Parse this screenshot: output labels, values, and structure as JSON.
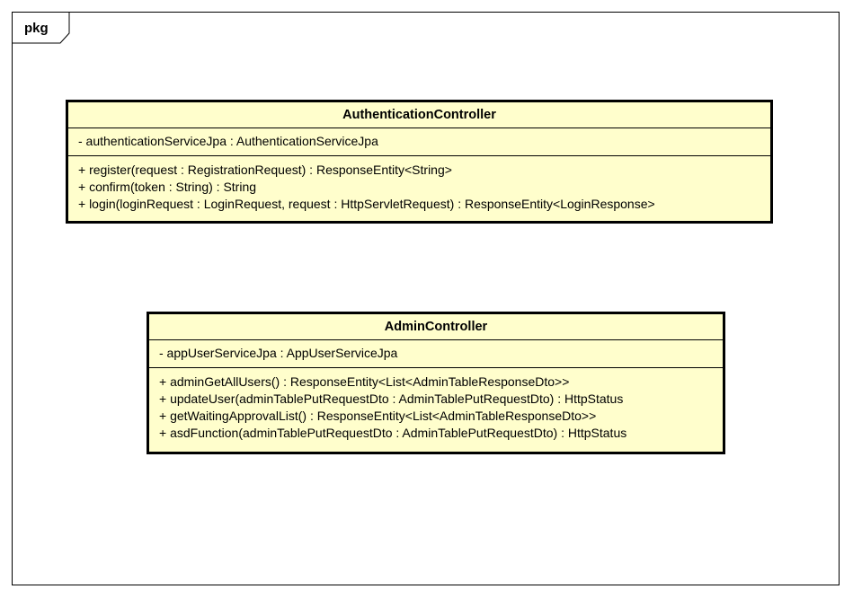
{
  "frame": {
    "label": "pkg"
  },
  "classes": [
    {
      "name": "AuthenticationController",
      "attributes": [
        "- authenticationServiceJpa : AuthenticationServiceJpa"
      ],
      "operations": [
        "+ register(request : RegistrationRequest) : ResponseEntity<String>",
        "+ confirm(token : String) : String",
        "+ login(loginRequest : LoginRequest, request : HttpServletRequest) : ResponseEntity<LoginResponse>"
      ]
    },
    {
      "name": "AdminController",
      "attributes": [
        "- appUserServiceJpa : AppUserServiceJpa"
      ],
      "operations": [
        "+ adminGetAllUsers() : ResponseEntity<List<AdminTableResponseDto>>",
        "+ updateUser(adminTablePutRequestDto : AdminTablePutRequestDto) : HttpStatus",
        "+ getWaitingApprovalList() : ResponseEntity<List<AdminTableResponseDto>>",
        "+ asdFunction(adminTablePutRequestDto : AdminTablePutRequestDto) : HttpStatus"
      ]
    }
  ],
  "colors": {
    "class_fill": "#fffecc",
    "line": "#000000",
    "background": "#ffffff"
  }
}
